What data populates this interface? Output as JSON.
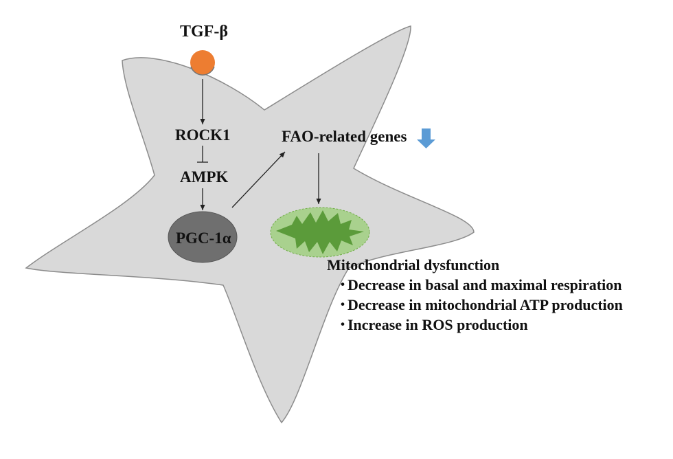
{
  "labels": {
    "ligand": "TGF-β",
    "rock": "ROCK1",
    "ampk": "AMPK",
    "pgc": "PGC-1α",
    "fao": "FAO-related genes",
    "mito_title": "Mitochondrial dysfunction"
  },
  "bullet_glyph": "・",
  "mito_effects": [
    "Decrease in basal and maximal respiration",
    "Decrease in mitochondrial ATP production",
    "Increase in ROS production"
  ],
  "colors": {
    "cell_fill": "#d9d9d9",
    "cell_stroke": "#8c8c8c",
    "ligand": "#ed7d31",
    "nucleus": "#6f6f6f",
    "mito_outer": "#a9d18e",
    "mito_inner": "#5b9b3a",
    "down_arrow": "#5b9bd5"
  },
  "icons": {
    "fao_trend": "down-arrow-icon"
  }
}
